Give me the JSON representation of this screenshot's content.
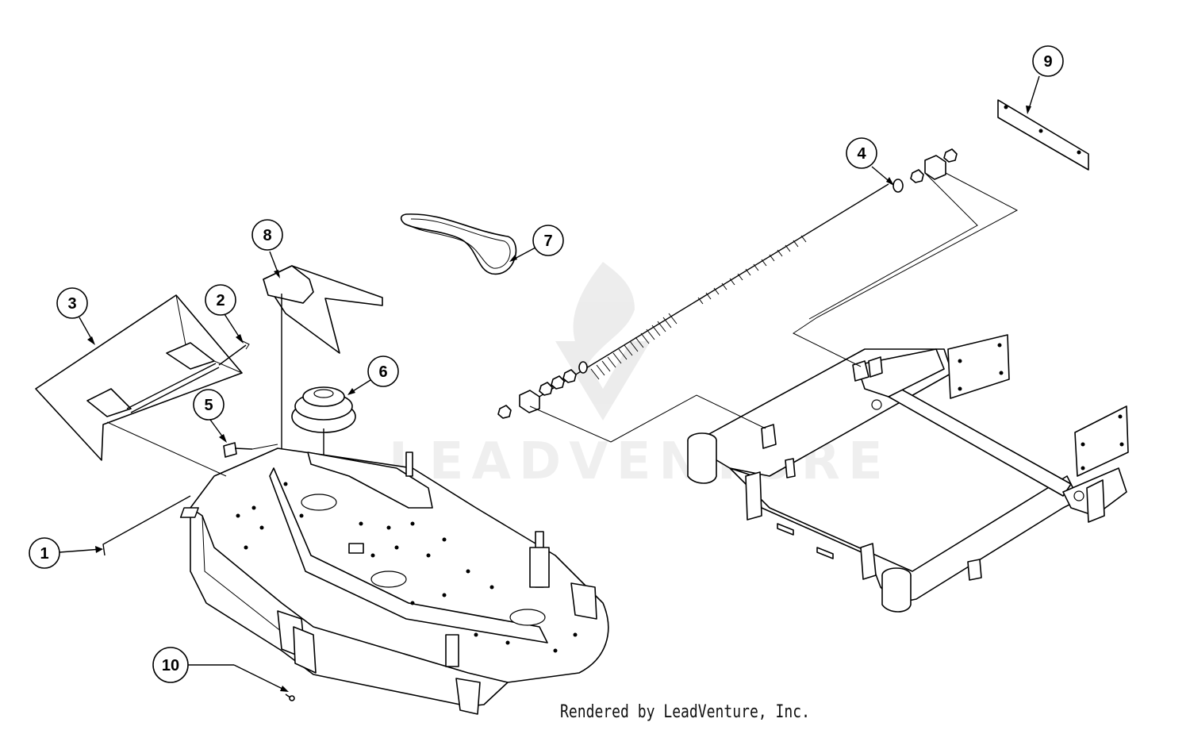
{
  "callouts": [
    {
      "number": "1"
    },
    {
      "number": "2"
    },
    {
      "number": "3"
    },
    {
      "number": "4"
    },
    {
      "number": "5"
    },
    {
      "number": "6"
    },
    {
      "number": "7"
    },
    {
      "number": "8"
    },
    {
      "number": "9"
    },
    {
      "number": "10"
    }
  ],
  "watermark": {
    "text": "LEADVENTURE",
    "icon": "leadventure-logo-icon"
  },
  "footer": {
    "credit": "Rendered by LeadVenture, Inc."
  },
  "colors": {
    "ink": "#000000",
    "paper": "#ffffff",
    "watermark": "#d9d9d9"
  }
}
